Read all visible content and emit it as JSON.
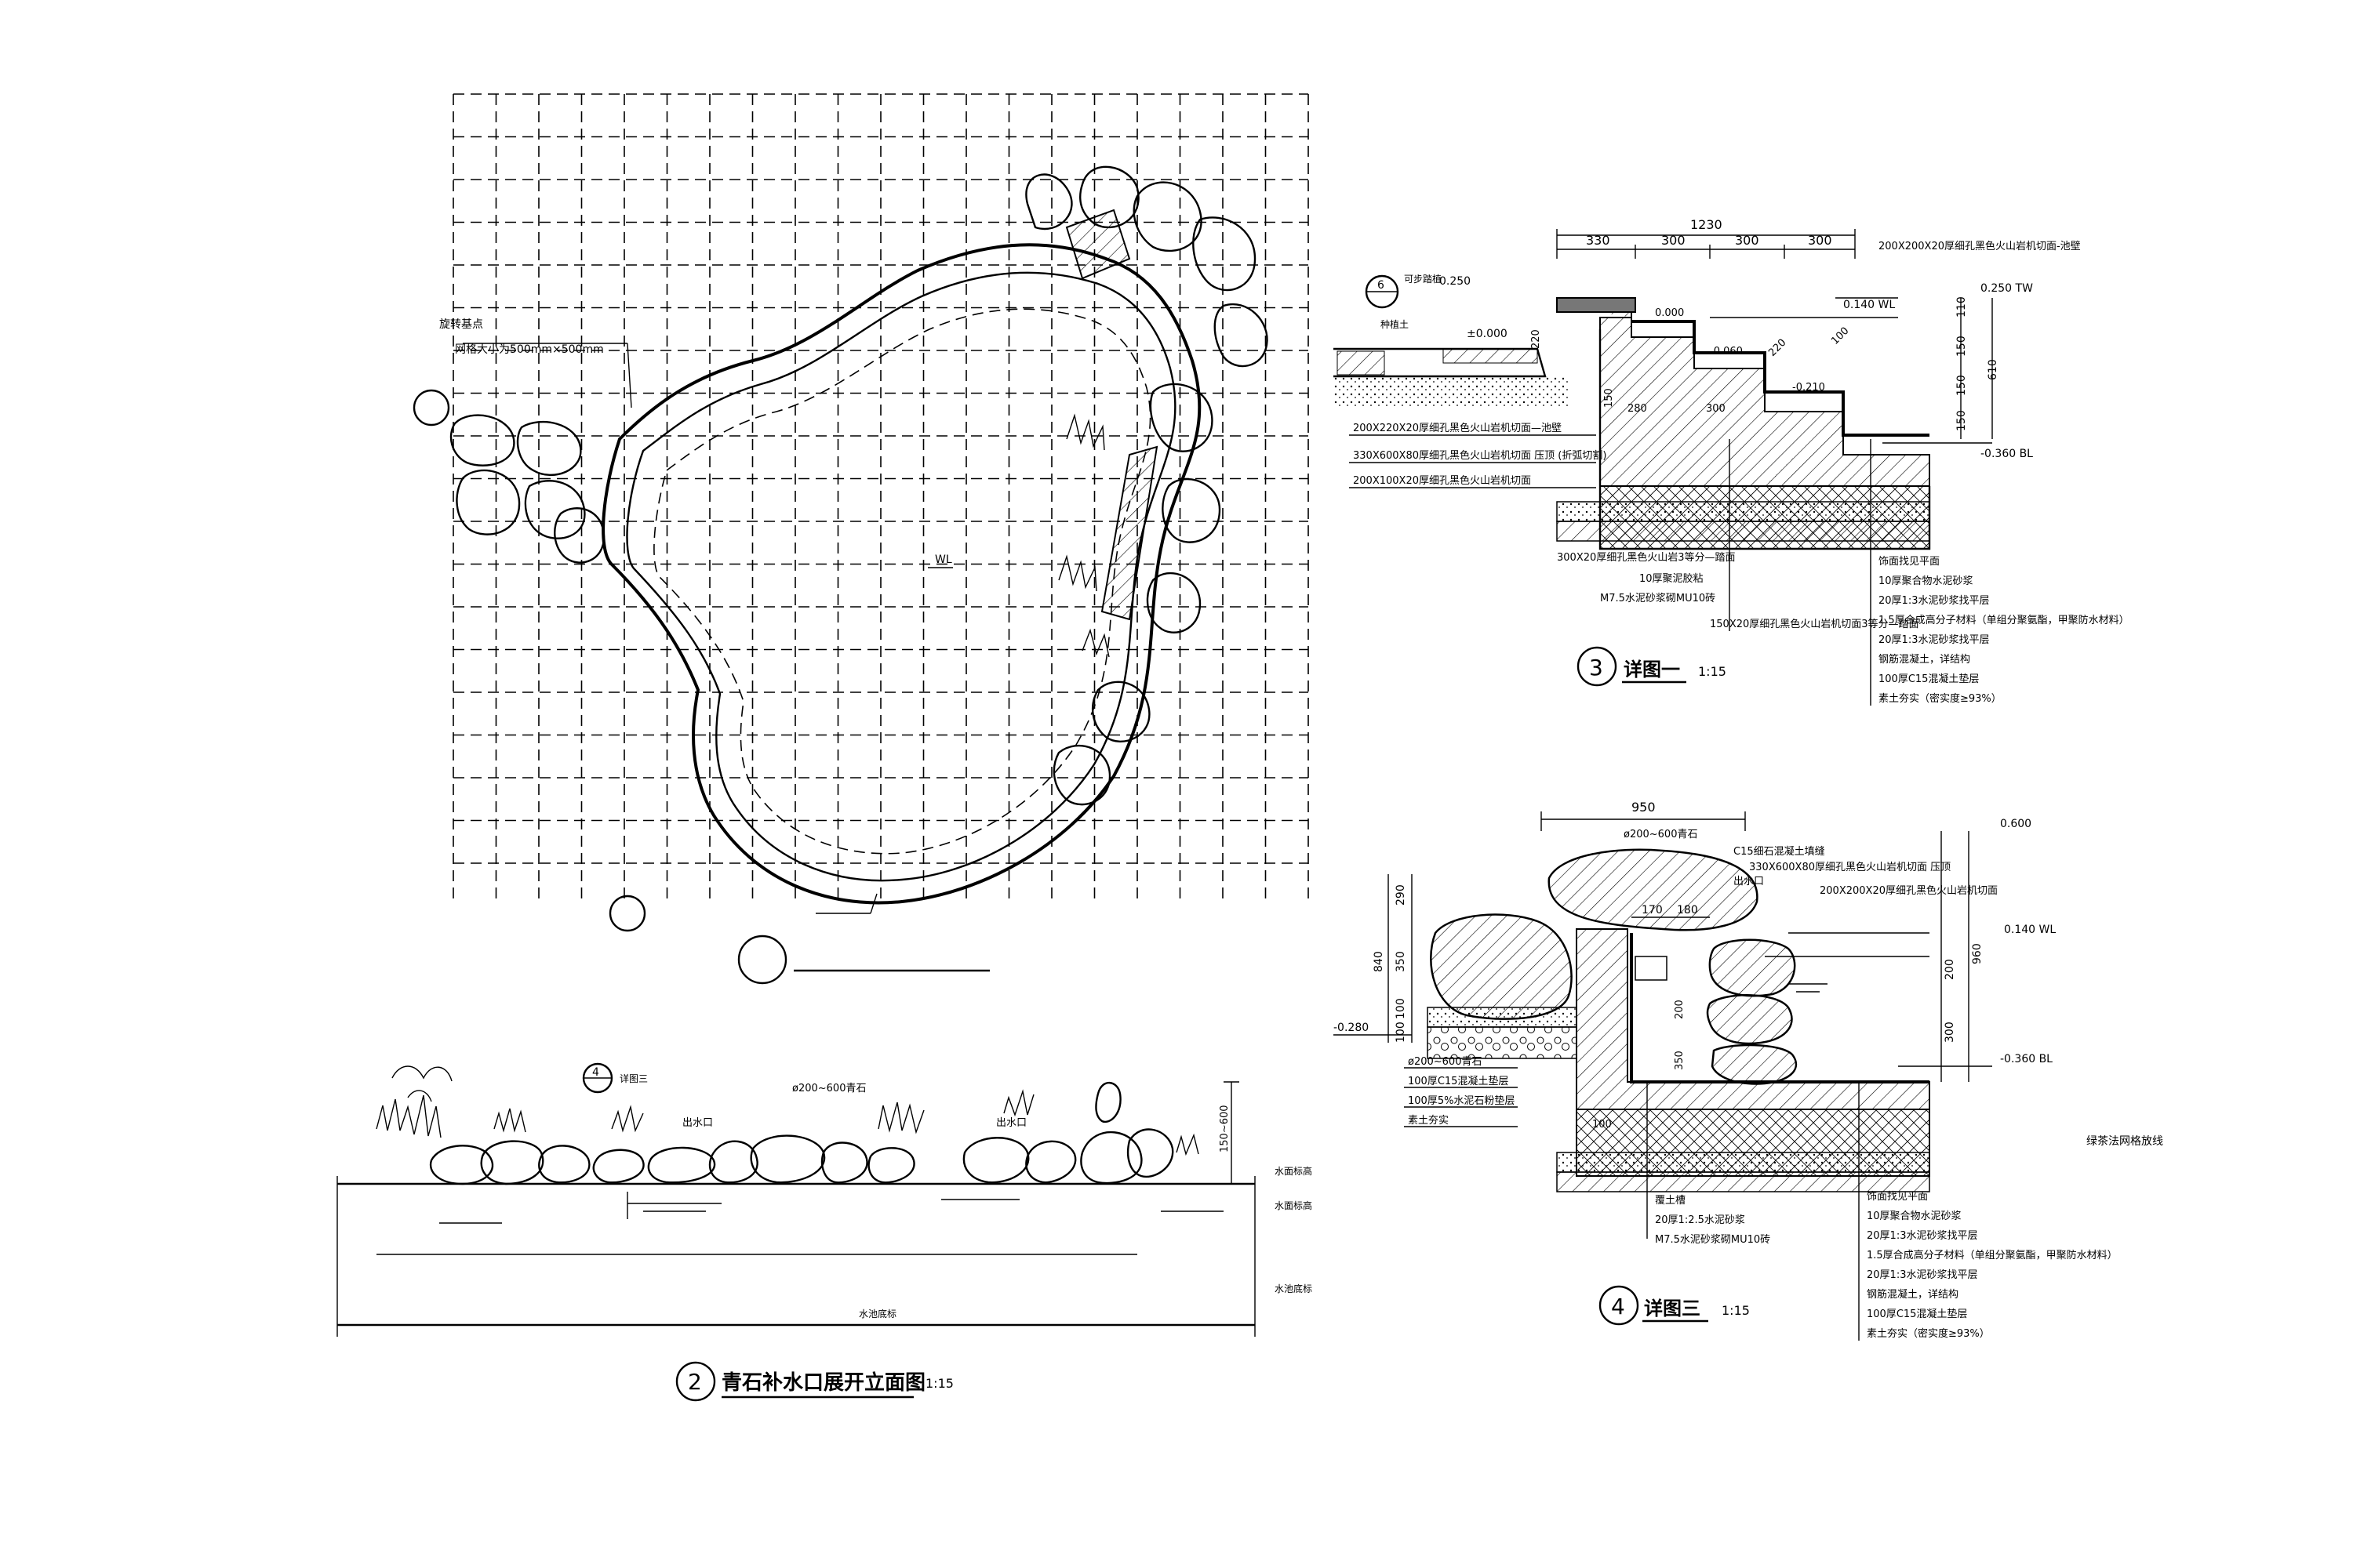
{
  "plan": {
    "note1": "旋转基点",
    "note2": "网格大小为500mm×500mm",
    "center_mark": "WL"
  },
  "elevation": {
    "title_num": "2",
    "title": "青石补水口展开立面图",
    "scale": "1:15",
    "callout_num": "4",
    "callout_ref": "详图三",
    "label_outlet1": "出水口",
    "label_stone": "ø200~600青石",
    "label_outlet2": "出水口",
    "dim_height": "150~600",
    "level_top1": "水面标高",
    "level_top2": "水面标高",
    "level_bottom1": "水池底标",
    "level_bottom2": "水池底标"
  },
  "detail1": {
    "num": "3",
    "title": "详图一",
    "scale": "1:15",
    "dim_total": "1230",
    "dims": [
      "330",
      "300",
      "300",
      "300"
    ],
    "top_note": "200X200X20厚细孔黑色火山岩机切面-池壁",
    "lvl_tw": "0.250 TW",
    "lvl_wl": "0.140 WL",
    "lvl_bl": "-0.360 BL",
    "lvl_left": "0.250",
    "lvl_zero": "±0.000",
    "lvl_a": "0.000",
    "lvl_b": "-0.060",
    "lvl_c": "-0.210",
    "callout_ref": "6",
    "soil_label": "种植土",
    "grass_label": "可步踏植",
    "vdims": [
      "110",
      "150",
      "150",
      "150"
    ],
    "vdim_total": "610",
    "v220": "220",
    "inner_dims": [
      "150",
      "280",
      "300",
      "220",
      "100"
    ],
    "labels_left": [
      "200X220X20厚细孔黑色火山岩机切面—池壁",
      "330X600X80厚细孔黑色火山岩机切面  压顶 (折弧切割)",
      "200X100X20厚细孔黑色火山岩机切面"
    ],
    "labels_bottom": [
      "300X20厚细孔黑色火山岩3等分—踏面",
      "10厚聚泥胶粘",
      "M7.5水泥砂浆砌MU10砖",
      "150X20厚细孔黑色火山岩机切面3等分—踏面"
    ],
    "labels_right": [
      "饰面找见平面",
      "10厚聚合物水泥砂浆",
      "20厚1:3水泥砂浆找平层",
      "1.5厚合成高分子材料（单组分聚氨酯，甲聚防水材料）",
      "20厚1:3水泥砂浆找平层",
      "钢筋混凝土，详结构",
      "100厚C15混凝土垫层",
      "素土夯实（密实度≥93%）"
    ]
  },
  "detail3": {
    "num": "4",
    "title": "详图三",
    "scale": "1:15",
    "dim_total": "950",
    "stone_label": "ø200~600青石",
    "c15_label": "C15细石混凝土填缝",
    "top_note1": "330X600X80厚细孔黑色火山岩机切面  压顶",
    "top_note2": "200X200X20厚细孔黑色火山岩机切面",
    "outlet_label": "出水口",
    "lvl_top": "0.600",
    "lvl_wl": "0.140 WL",
    "lvl_bl": "-0.360 BL",
    "lvl_left": "-0.280",
    "dims_inner": [
      "170",
      "180"
    ],
    "vdims_left": [
      "290",
      "350",
      "100",
      "100"
    ],
    "vdim_left_total": "840",
    "vdims_right": [
      "200",
      "300"
    ],
    "vdim_right_total": "960",
    "inner_v": [
      "200",
      "350"
    ],
    "bottom_dim": "100",
    "labels_left": [
      "ø200~600青石",
      "100厚C15混凝土垫层",
      "100厚5%水泥石粉垫层",
      "素土夯实"
    ],
    "labels_bottom": [
      "覆土槽",
      "20厚1:2.5水泥砂浆",
      "M7.5水泥砂浆砌MU10砖"
    ],
    "labels_right": [
      "饰面找见平面",
      "10厚聚合物水泥砂浆",
      "20厚1:3水泥砂浆找平层",
      "1.5厚合成高分子材料（单组分聚氨酯，甲聚防水材料）",
      "20厚1:3水泥砂浆找平层",
      "钢筋混凝土，详结构",
      "100厚C15混凝土垫层",
      "素土夯实（密实度≥93%）"
    ],
    "side_note": "绿茶法网格放线"
  }
}
